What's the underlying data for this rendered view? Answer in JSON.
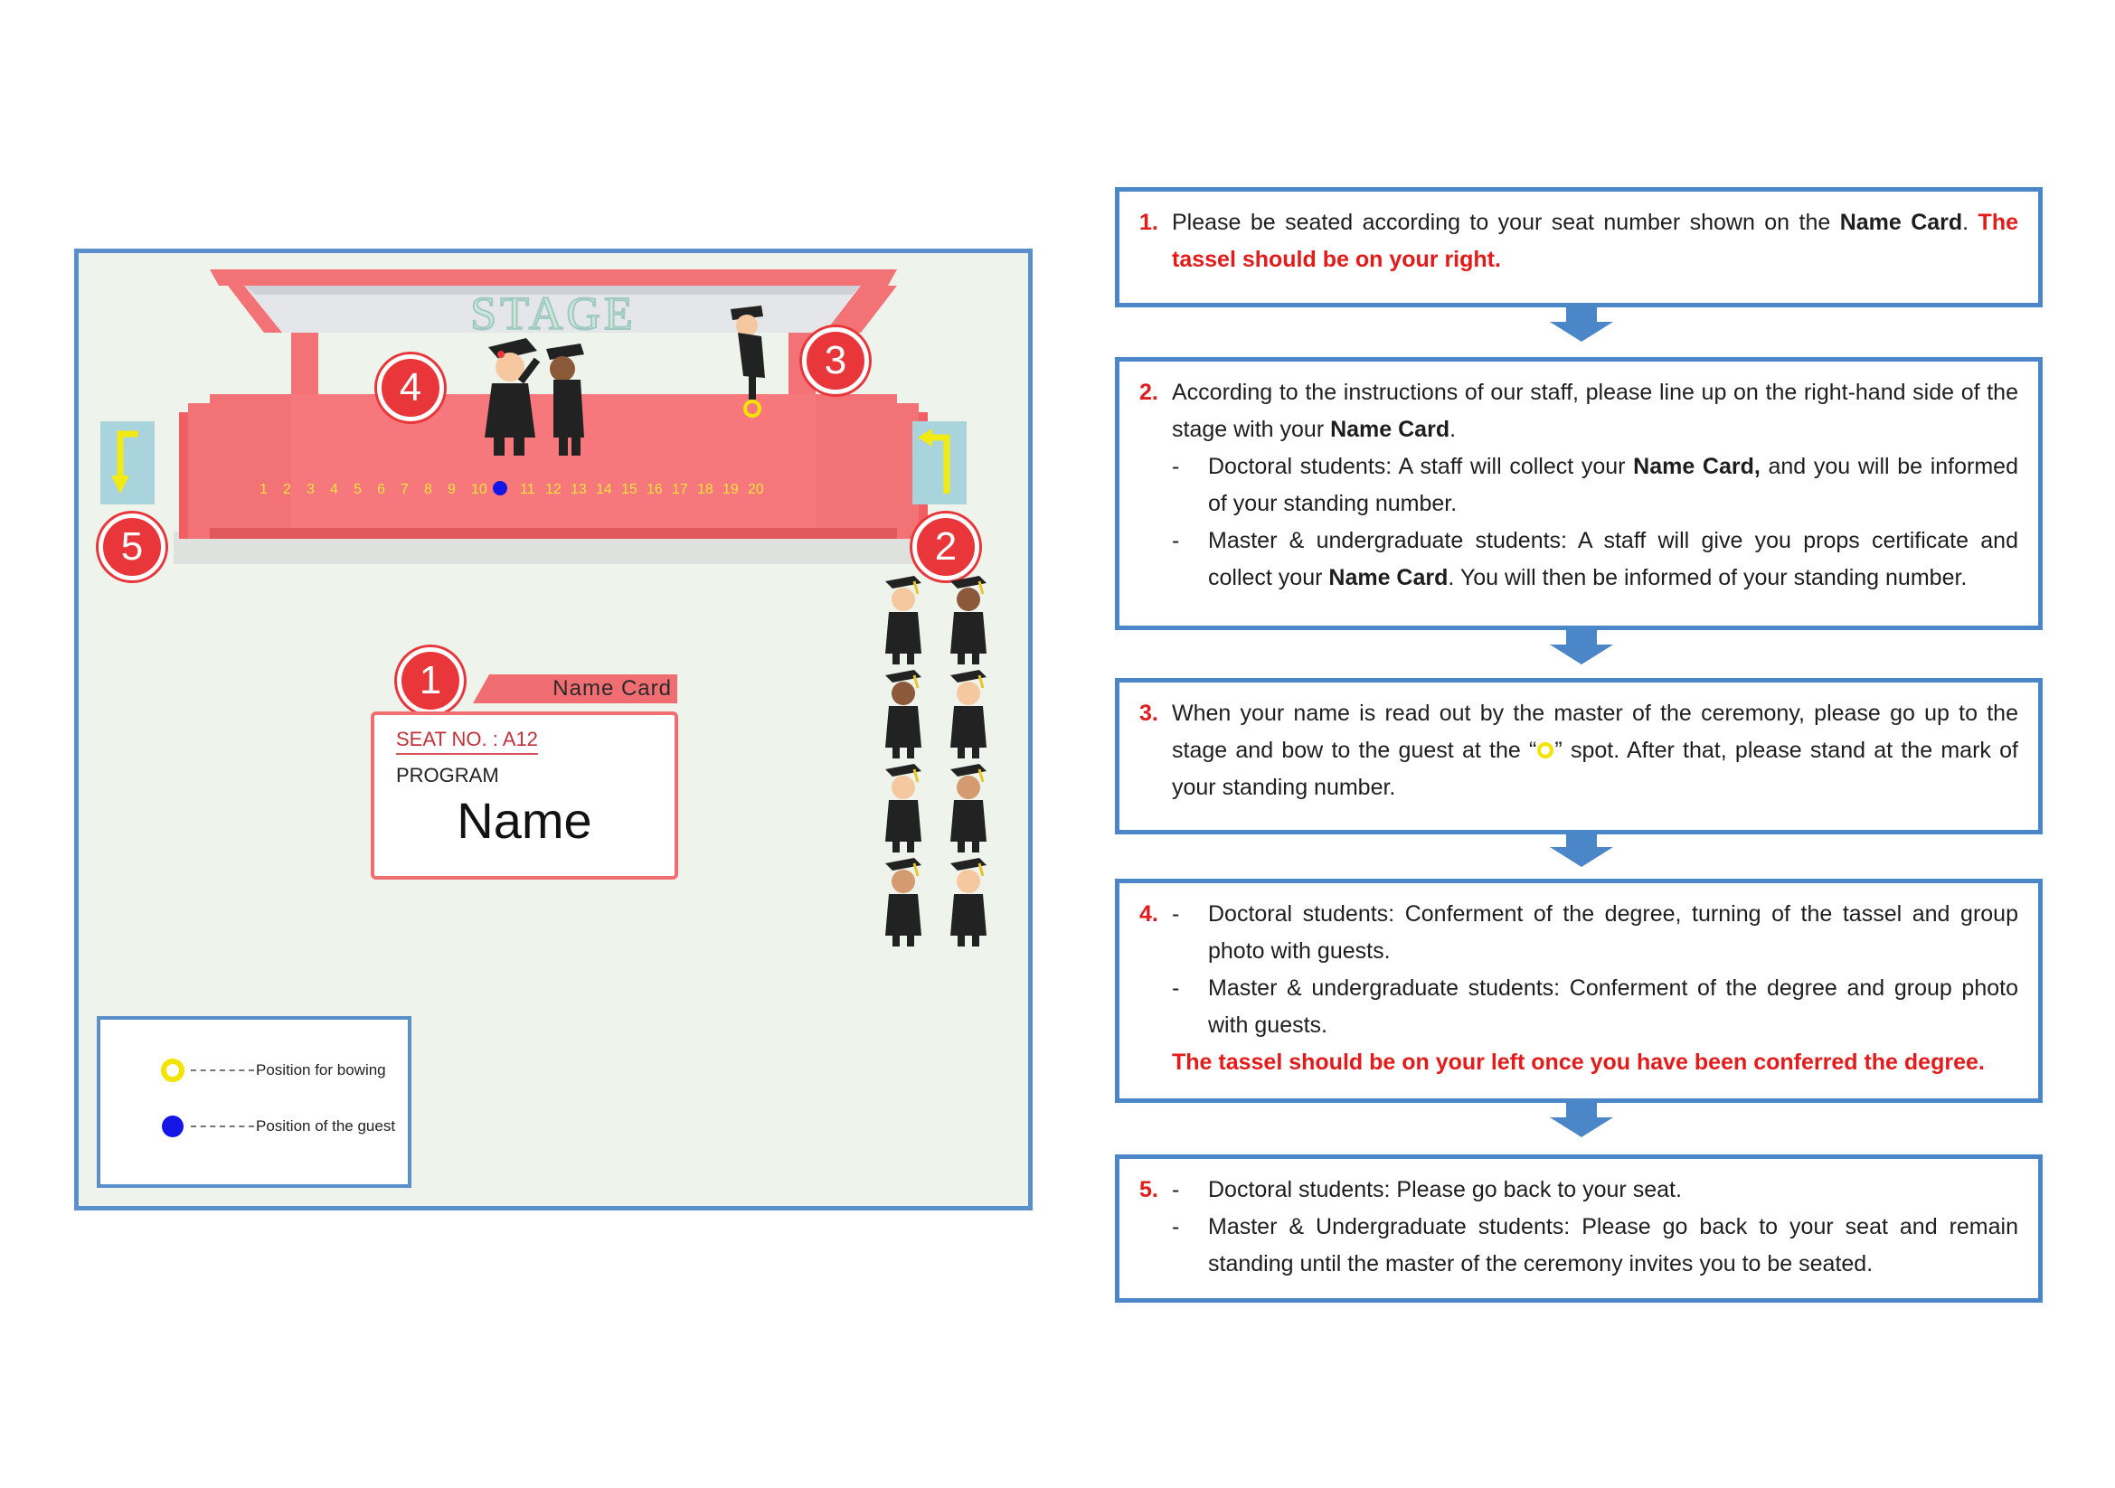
{
  "stage": {
    "title": "STAGE",
    "spot_numbers": [
      "1",
      "2",
      "3",
      "4",
      "5",
      "6",
      "7",
      "8",
      "9",
      "10",
      "11",
      "12",
      "13",
      "14",
      "15",
      "16",
      "17",
      "18",
      "19",
      "20"
    ],
    "circle_labels": {
      "c1": "1",
      "c2": "2",
      "c3": "3",
      "c4": "4",
      "c5": "5"
    }
  },
  "name_card": {
    "tab_label": "Name Card",
    "seat": "SEAT NO. : A12",
    "program": "PROGRAM",
    "name": "Name"
  },
  "legend": {
    "bowing": "Position for bowing",
    "guest": "Position of the guest"
  },
  "colors": {
    "stage_red": "#f27275",
    "stage_pink": "#f59da0",
    "circle_red": "#e8363a",
    "bow_yellow": "#f2e400",
    "guest_blue": "#1515e6",
    "box_blue": "#4a86c8",
    "step_red": "#e31b1b"
  },
  "icons": [
    "arrow-turn-down-icon",
    "arrow-turn-up-icon",
    "graduate-figures",
    "bowing-spot-icon",
    "guest-spot-icon"
  ],
  "steps": [
    {
      "num": "1.",
      "line1_a": "Please be seated according to your seat number shown on the ",
      "line1_b": "Name Card",
      "line1_c": ". ",
      "red": "The tassel should be on your right."
    },
    {
      "num": "2.",
      "intro_a": "According to the instructions of our staff, please line up on the right-hand side of the stage with your ",
      "intro_b": "Name Card",
      "intro_c": ".",
      "bullet1_a": "Doctoral students: A staff will collect your ",
      "bullet1_b": "Name Card,",
      "bullet1_c": " and you will be informed of your standing number.",
      "bullet2_a": "Master & undergraduate students: A staff will give you props certificate and collect your ",
      "bullet2_b": "Name Card",
      "bullet2_c": ". You will then be informed of your standing number."
    },
    {
      "num": "3.",
      "text_a": "When your name is read out by the master of the ceremony, please go up to the stage and bow to the guest at the “",
      "text_b": "” spot. After that, please stand at the mark of your standing number."
    },
    {
      "num": "4.",
      "bullet1": "Doctoral students: Conferment of the degree, turning of the tassel and group photo with guests.",
      "bullet2": "Master & undergraduate students: Conferment of the degree and group photo with guests.",
      "red": "The tassel should be on your left once you have been conferred the degree."
    },
    {
      "num": "5.",
      "bullet1": "Doctoral students: Please go back to your seat.",
      "bullet2": "Master & Undergraduate students: Please go back to your seat and remain standing until the master of the ceremony invites you to be seated."
    }
  ],
  "dash": "-"
}
